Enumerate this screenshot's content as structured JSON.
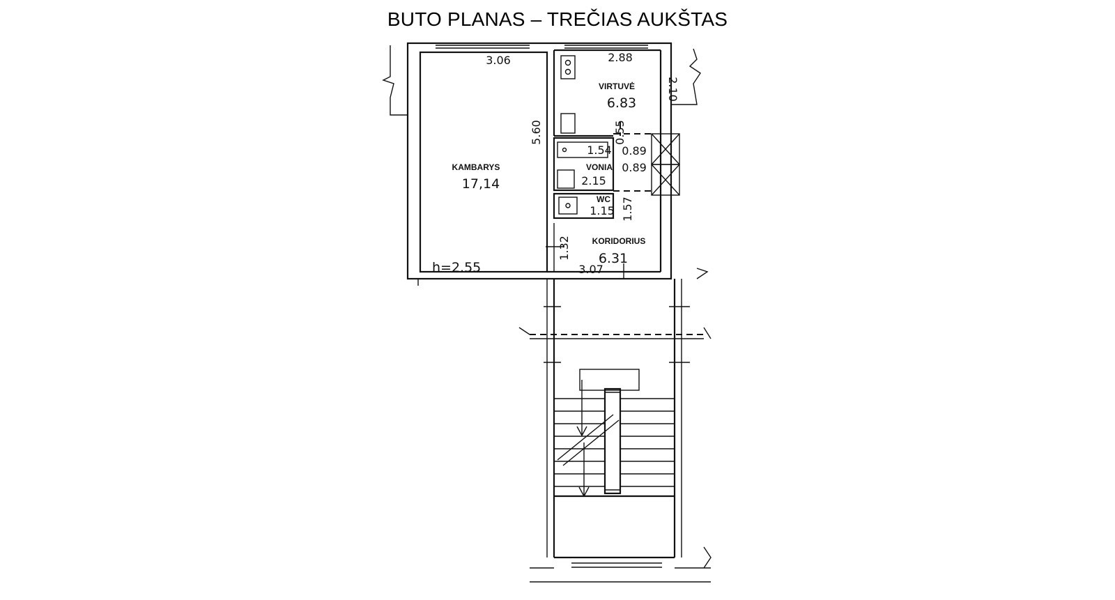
{
  "title": "BUTO PLANAS – TREČIAS AUKŠTAS",
  "rooms": {
    "kambarys": {
      "name": "KAMBARYS",
      "area": "17,14",
      "width": "3.06",
      "length": "5.60",
      "height": "h=2.55"
    },
    "virtuve": {
      "name": "VIRTUVĖ",
      "area": "6.83",
      "width": "2.88",
      "length": "2.10"
    },
    "vonia": {
      "name": "VONIA",
      "area": "2.15",
      "bath": "1.54"
    },
    "wc": {
      "name": "WC",
      "area": "1.15"
    },
    "koridorius": {
      "name": "KORIDORIUS",
      "area": "6.31",
      "width": "3.07",
      "depth": "1.32"
    }
  },
  "dims": {
    "shaft_top": "0.89",
    "shaft_bottom": "0.89",
    "niche": "0.55",
    "wc_side": "1.57"
  }
}
